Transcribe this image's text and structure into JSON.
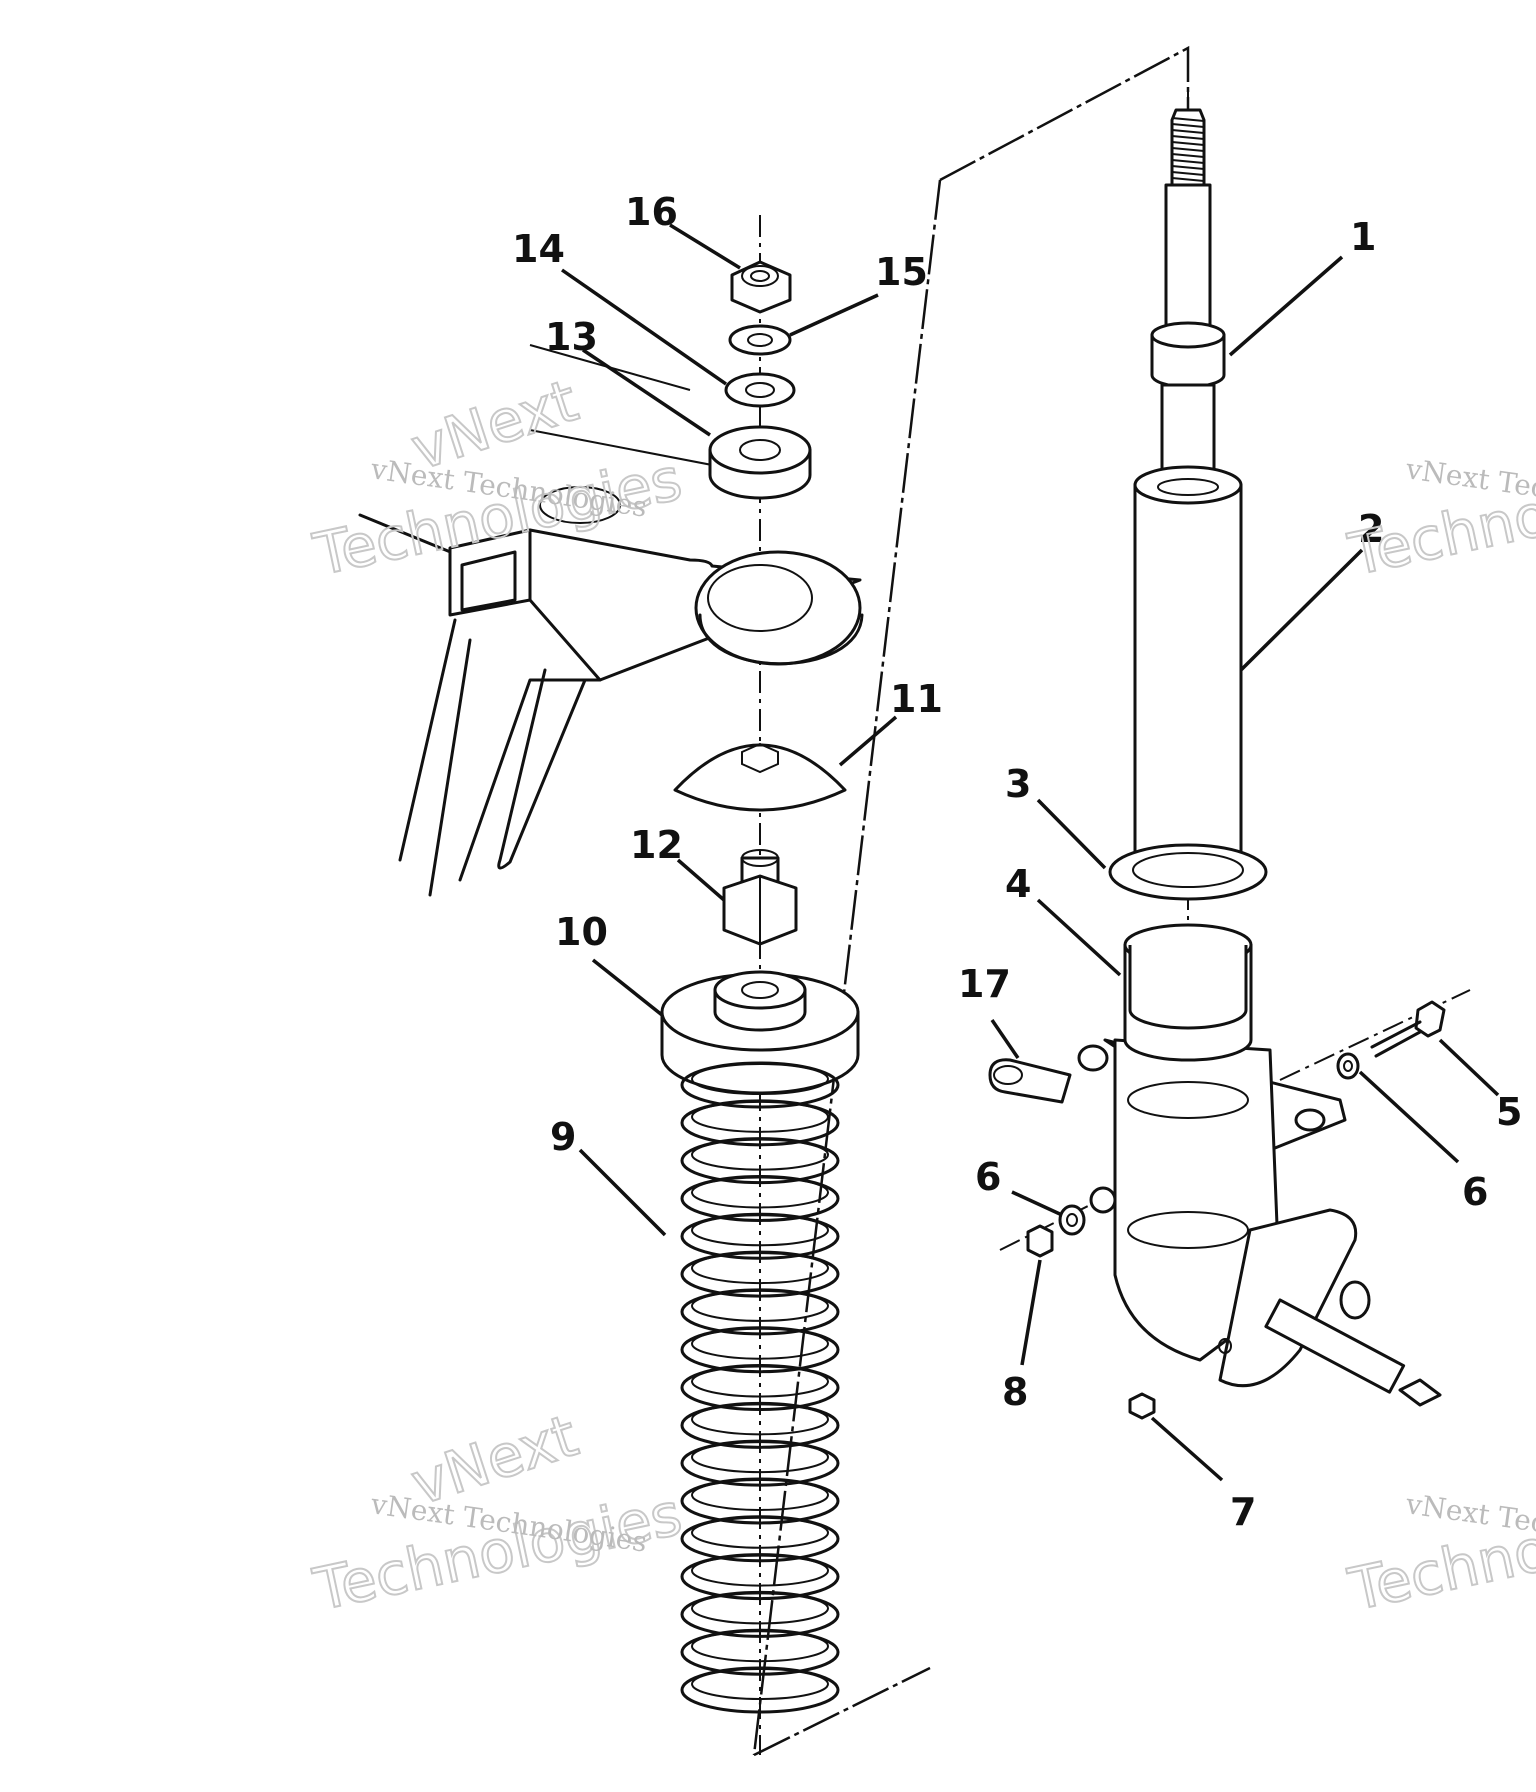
{
  "callouts": [
    {
      "id": "1",
      "text": "1"
    },
    {
      "id": "2",
      "text": "2"
    },
    {
      "id": "3",
      "text": "3"
    },
    {
      "id": "4",
      "text": "4"
    },
    {
      "id": "5",
      "text": "5"
    },
    {
      "id": "6a",
      "text": "6"
    },
    {
      "id": "6b",
      "text": "6"
    },
    {
      "id": "7",
      "text": "7"
    },
    {
      "id": "8",
      "text": "8"
    },
    {
      "id": "9",
      "text": "9"
    },
    {
      "id": "10",
      "text": "10"
    },
    {
      "id": "11",
      "text": "11"
    },
    {
      "id": "12",
      "text": "12"
    },
    {
      "id": "13",
      "text": "13"
    },
    {
      "id": "14",
      "text": "14"
    },
    {
      "id": "15",
      "text": "15"
    },
    {
      "id": "16",
      "text": "16"
    },
    {
      "id": "17",
      "text": "17"
    }
  ],
  "watermark": {
    "brand": "vNext",
    "company": "vNext Technologies",
    "word": "Technologies"
  }
}
